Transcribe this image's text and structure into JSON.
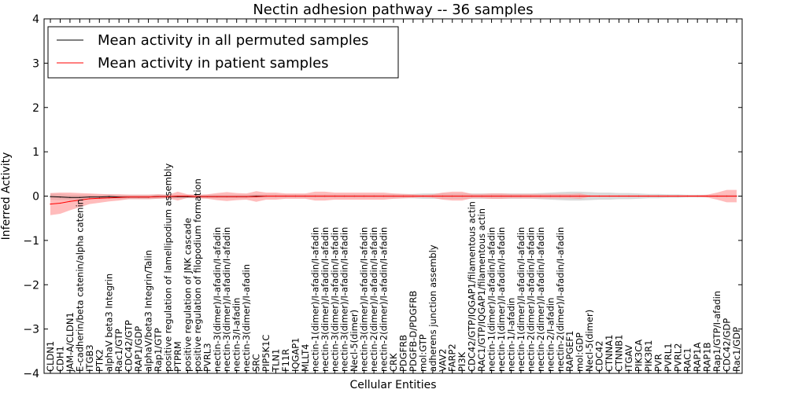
{
  "chart_data": {
    "type": "line",
    "title": "Nectin adhesion pathway -- 36 samples",
    "xlabel": "Cellular Entities",
    "ylabel": "Inferred Activity",
    "ylim": [
      -4,
      4
    ],
    "yticks": [
      -4,
      -3,
      -2,
      -1,
      0,
      1,
      2,
      3,
      4
    ],
    "ytick_labels": [
      "−4",
      "−3",
      "−2",
      "−1",
      "0",
      "1",
      "2",
      "3",
      "4"
    ],
    "grid": false,
    "legend_position": "top-left",
    "categories": [
      "CLDN1",
      "CDH1",
      "JAM-A/CLDN1",
      "E-cadherin/beta catenin/alpha catenin",
      "ITGB3",
      "PTK2",
      "alphaV beta3 Integrin",
      "Rac1/GTP",
      "CDC42/GTP",
      "RAP1/GDP",
      "alphaV/beta3 Integrin/Talin",
      "Rap1/GTP",
      "positive regulation of lamellipodium assembly",
      "PTPRM",
      "positive regulation of JNK cascade",
      "positive regulation of filopodium formation",
      "PVRL3",
      "nectin-3(dimer)/I-afadin/I-afadin",
      "nectin-3(dimer)/I-afadin/I-afadin",
      "nectin-3/I-afadin",
      "nectin-3(dimer)/I-afadin",
      "SRC",
      "PIP5K1C",
      "TLN1",
      "F11R",
      "IQGAP1",
      "MLLT4",
      "nectin-1(dimer)/I-afadin/I-afadin",
      "nectin-3(dimer)/I-afadin/I-afadin",
      "nectin-3(dimer)/I-afadin/I-afadin",
      "nectin-3(dimer)/I-afadin/I-afadin",
      "Necl-5(dimer)",
      "nectin-3(dimer)/I-afadin/I-afadin",
      "nectin-2(dimer)/I-afadin/I-afadin",
      "nectin-2(dimer)/I-afadin/I-afadin",
      "CRK",
      "PDGFRB",
      "PDGFB-D/PDGFRB",
      "mol:GTP",
      "adherens junction assembly",
      "VAV2",
      "FARP2",
      "PI3K",
      "CDC42/GTP/IQGAP1/filamentous actin",
      "RAC1/GTP/IQGAP1/filamentous actin",
      "nectin-1(dimer)/I-afadin/I-afadin",
      "nectin-1(dimer)/I-afadin/I-afadin",
      "nectin-1/I-afadin",
      "nectin-1(dimer)/I-afadin/I-afadin",
      "nectin-2(dimer)/I-afadin/I-afadin",
      "nectin-2(dimer)/I-afadin/I-afadin",
      "nectin-2/I-afadin",
      "nectin-2(dimer)/I-afadin/I-afadin",
      "RAPGEF1",
      "mol:GDP",
      "Necl-5(dimer)",
      "CDC42",
      "CTNNA1",
      "CTNNB1",
      "ITGAV",
      "PIK3CA",
      "PIK3R1",
      "PVR",
      "PVRL1",
      "PVRL2",
      "RAC1",
      "RAP1A",
      "RAP1B",
      "Rap1/GTP/I-afadin",
      "CDC42/GDP",
      "Rac1/GDP"
    ],
    "series": [
      {
        "name": "Mean activity in all permuted samples",
        "color": "#000000",
        "band_color": "#bbbbbb",
        "values": [
          -0.01,
          -0.02,
          -0.03,
          -0.03,
          -0.02,
          -0.02,
          -0.01,
          -0.02,
          -0.02,
          -0.02,
          -0.02,
          -0.01,
          -0.01,
          -0.01,
          -0.01,
          -0.01,
          -0.01,
          -0.01,
          -0.01,
          -0.01,
          -0.01,
          0.0,
          0.0,
          0.0,
          0.0,
          0.0,
          0.0,
          0.0,
          0.0,
          0.0,
          0.0,
          0.0,
          0.0,
          0.0,
          0.0,
          0.0,
          0.0,
          0.0,
          0.0,
          0.0,
          0.0,
          0.0,
          0.0,
          0.0,
          0.0,
          0.0,
          0.0,
          0.0,
          0.0,
          0.0,
          0.0,
          0.0,
          0.0,
          0.0,
          0.0,
          0.0,
          0.0,
          0.0,
          0.0,
          0.0,
          0.0,
          0.0,
          0.0,
          0.0,
          0.0,
          0.0,
          0.0,
          0.0,
          0.0,
          0.0,
          0.0
        ],
        "band": [
          0.07,
          0.07,
          0.06,
          0.06,
          0.05,
          0.05,
          0.05,
          0.05,
          0.05,
          0.05,
          0.05,
          0.05,
          0.04,
          0.04,
          0.04,
          0.04,
          0.04,
          0.04,
          0.04,
          0.04,
          0.04,
          0.04,
          0.04,
          0.04,
          0.04,
          0.04,
          0.04,
          0.04,
          0.04,
          0.04,
          0.04,
          0.04,
          0.04,
          0.04,
          0.04,
          0.05,
          0.05,
          0.05,
          0.06,
          0.06,
          0.06,
          0.06,
          0.06,
          0.06,
          0.06,
          0.06,
          0.06,
          0.06,
          0.06,
          0.06,
          0.07,
          0.08,
          0.09,
          0.1,
          0.1,
          0.09,
          0.08,
          0.08,
          0.07,
          0.07,
          0.06,
          0.05,
          0.05,
          0.04,
          0.04,
          0.03,
          0.03,
          0.03,
          0.03,
          0.03,
          0.03
        ]
      },
      {
        "name": "Mean activity in patient samples",
        "color": "#ff0000",
        "band_color": "#ff9090",
        "values": [
          -0.18,
          -0.16,
          -0.12,
          -0.09,
          -0.06,
          -0.05,
          -0.04,
          -0.03,
          -0.02,
          -0.02,
          -0.02,
          -0.01,
          -0.01,
          0.0,
          0.0,
          -0.01,
          -0.01,
          -0.01,
          -0.01,
          -0.01,
          -0.01,
          -0.01,
          0.0,
          0.0,
          0.0,
          0.0,
          0.0,
          0.0,
          0.0,
          0.0,
          0.0,
          0.0,
          0.0,
          0.0,
          0.0,
          0.0,
          0.0,
          0.0,
          0.0,
          0.0,
          0.0,
          0.0,
          0.0,
          0.0,
          0.0,
          0.0,
          0.0,
          0.0,
          0.0,
          0.0,
          0.0,
          0.0,
          0.0,
          0.0,
          0.0,
          0.0,
          0.0,
          0.0,
          0.0,
          0.0,
          0.0,
          0.0,
          0.0,
          0.0,
          0.0,
          0.0,
          0.0,
          0.0,
          0.0,
          0.0,
          0.0
        ],
        "band": [
          0.25,
          0.24,
          0.2,
          0.16,
          0.12,
          0.1,
          0.08,
          0.07,
          0.05,
          0.05,
          0.05,
          0.05,
          0.04,
          0.1,
          0.04,
          0.04,
          0.05,
          0.08,
          0.1,
          0.08,
          0.07,
          0.12,
          0.08,
          0.08,
          0.06,
          0.06,
          0.06,
          0.1,
          0.1,
          0.08,
          0.08,
          0.08,
          0.08,
          0.08,
          0.08,
          0.06,
          0.05,
          0.04,
          0.03,
          0.04,
          0.08,
          0.1,
          0.1,
          0.05,
          0.05,
          0.06,
          0.06,
          0.05,
          0.05,
          0.05,
          0.05,
          0.05,
          0.05,
          0.05,
          0.06,
          0.02,
          0.02,
          0.02,
          0.02,
          0.02,
          0.02,
          0.02,
          0.02,
          0.02,
          0.02,
          0.02,
          0.02,
          0.03,
          0.08,
          0.14,
          0.14
        ]
      }
    ]
  }
}
